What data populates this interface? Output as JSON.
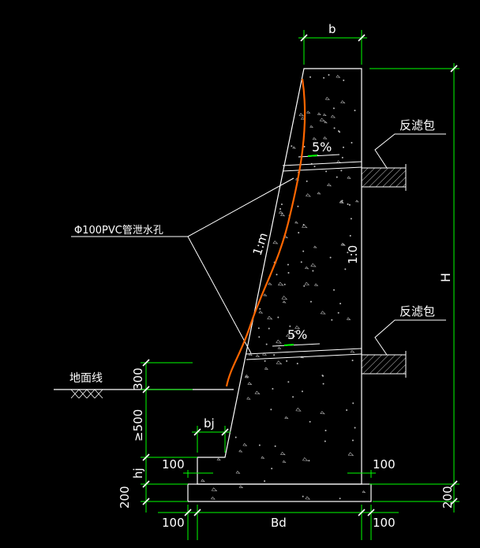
{
  "labels": {
    "top_width": "b",
    "filter_bag_upper": "反滤包",
    "filter_bag_lower": "反滤包",
    "slope_upper": "5%",
    "slope_lower": "5%",
    "drain_pipe": "Φ100PVC管泄水孔",
    "front_slope": "1:m",
    "back_slope": "1:0",
    "height": "H",
    "ground_line": "地面线",
    "dim_300": "300",
    "dim_ge500": "≥500",
    "toe_width": "bj",
    "toe_height": "hj",
    "dim_100_toe": "100",
    "dim_100_heel": "100",
    "dim_200_left": "200",
    "dim_200_right": "200",
    "dim_100_bottom_left": "100",
    "base_width": "Bd",
    "dim_100_bottom_right": "100"
  },
  "colors": {
    "outline": "#ffffff",
    "dimension": "#00ff00",
    "pressure_curve": "#ff6600",
    "background": "#000000"
  }
}
